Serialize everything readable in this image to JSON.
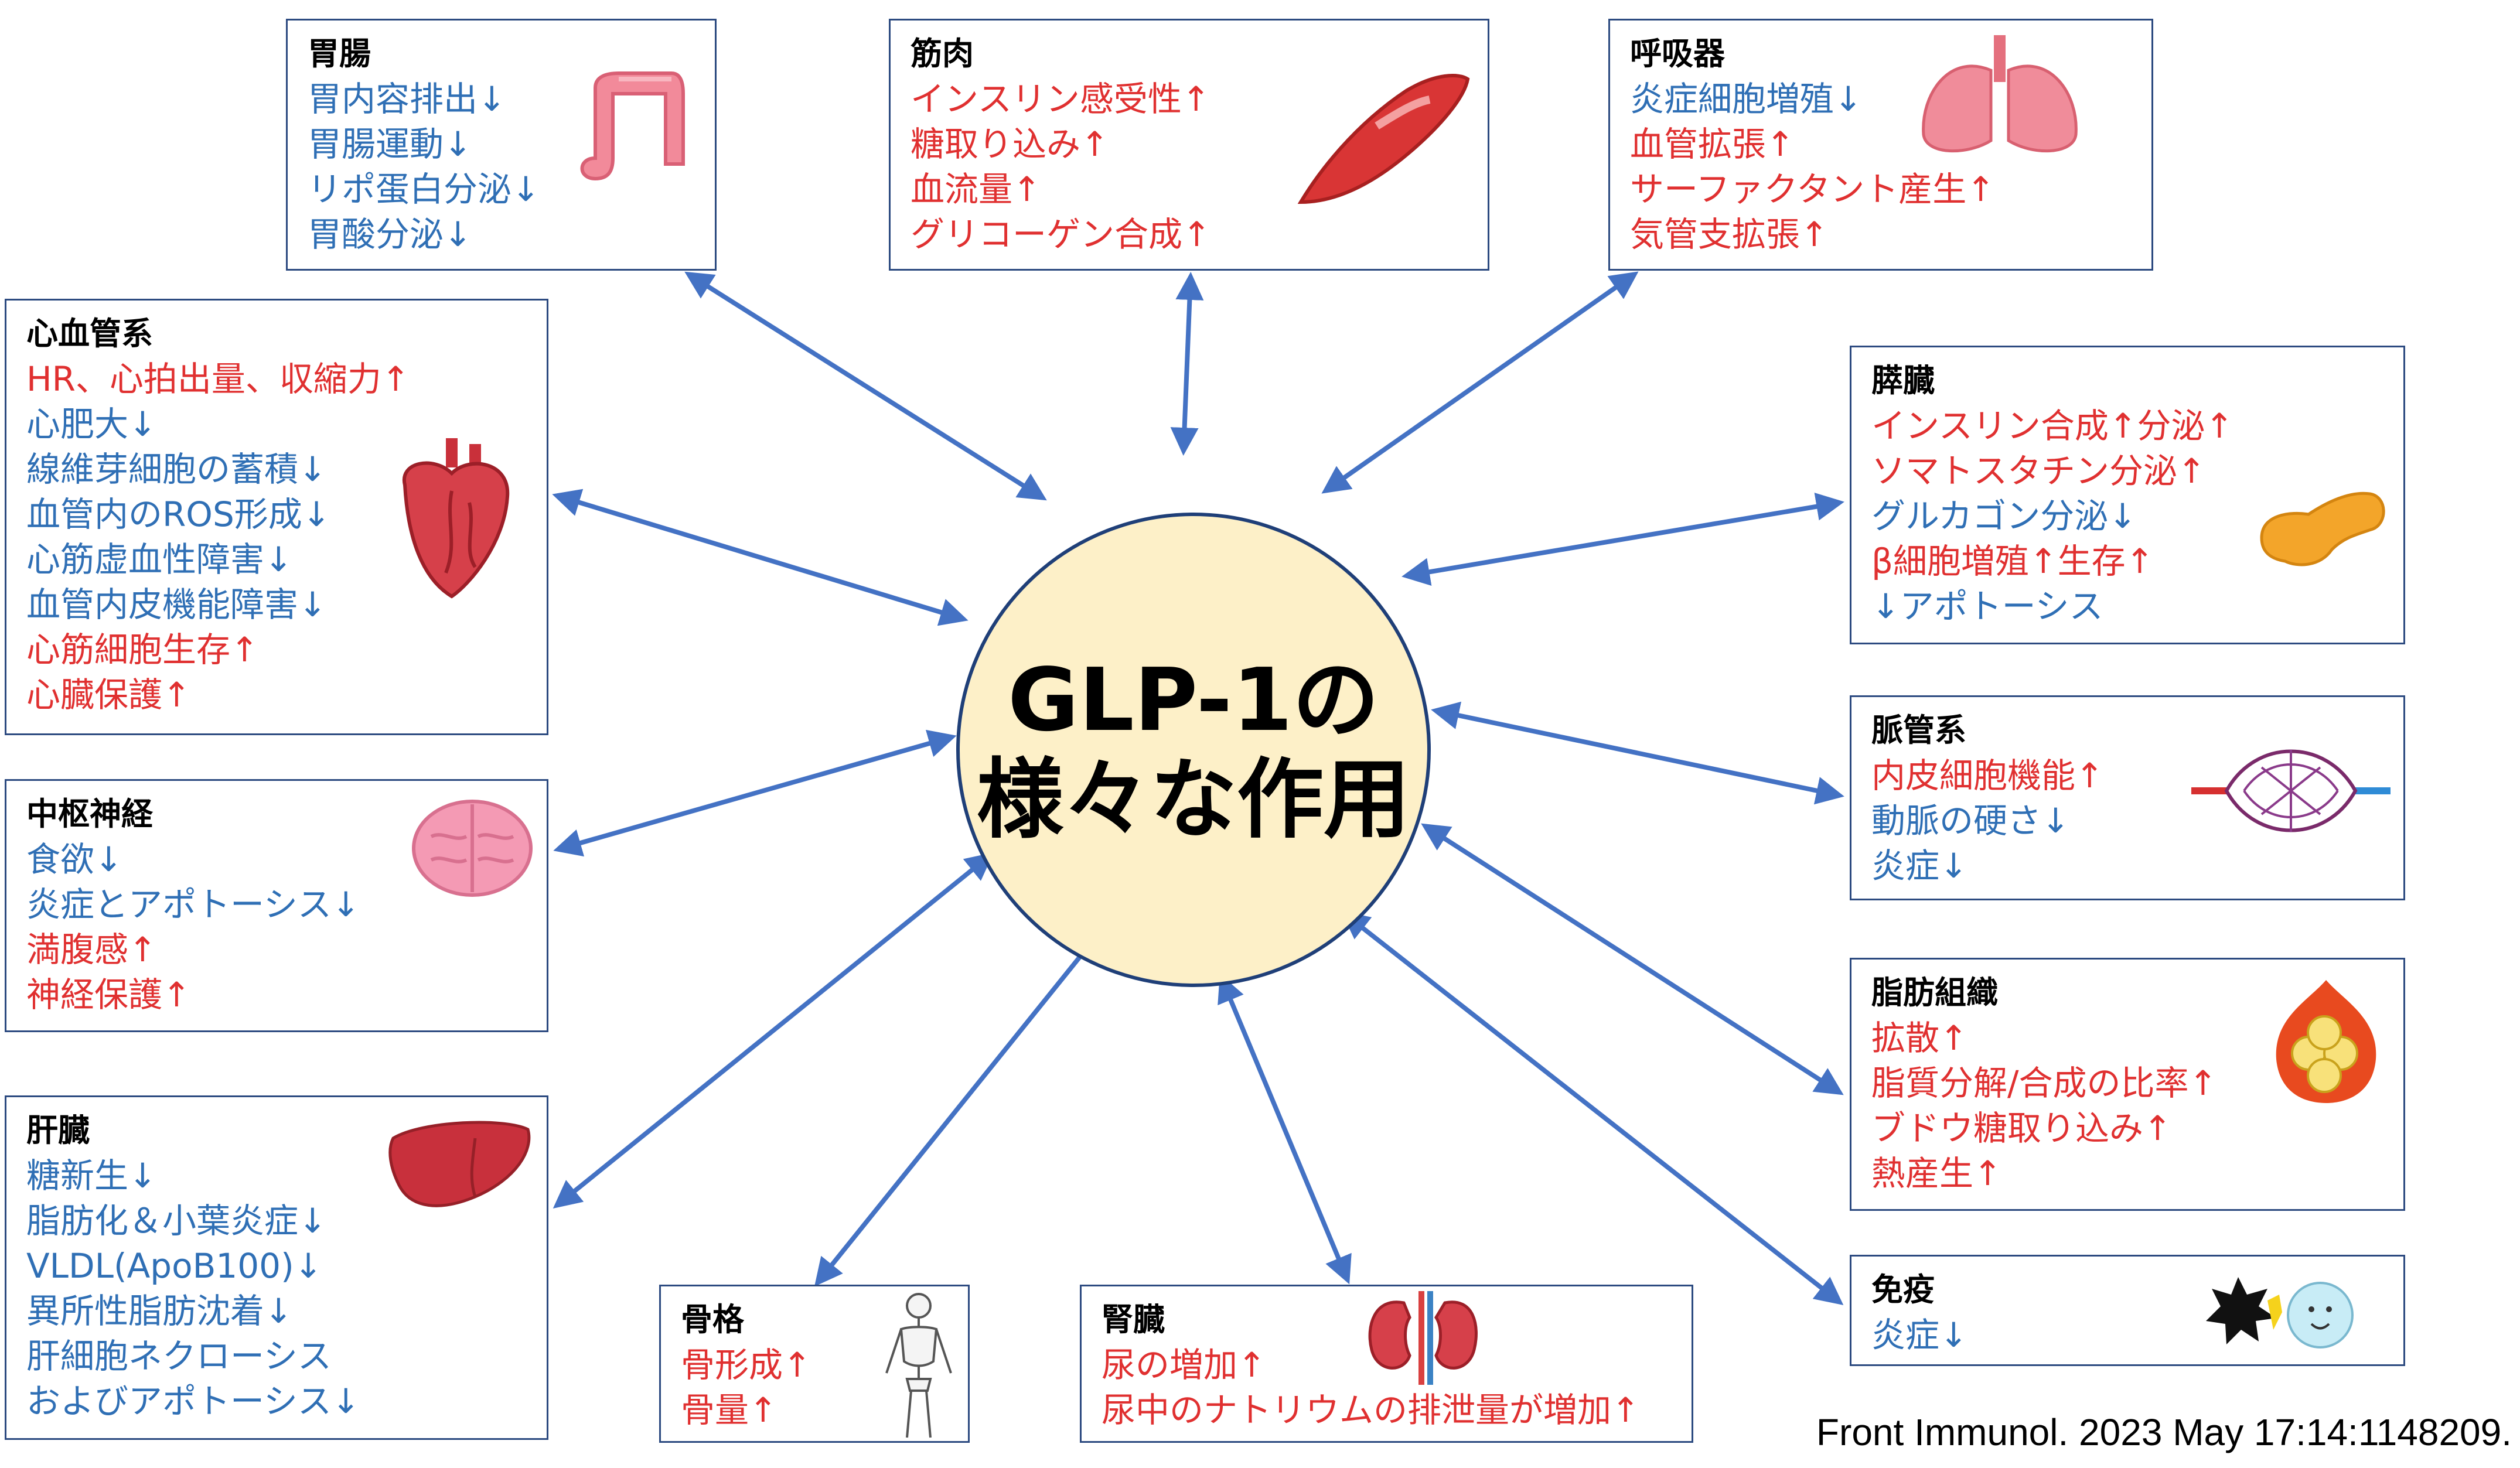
{
  "center": {
    "line1": "GLP-1の",
    "line2": "様々な作用"
  },
  "citation": "Front Immunol. 2023 May 17:14:1148209.",
  "colors": {
    "increase": "#e03030",
    "decrease": "#2f6fb5",
    "arrow": "#4472c4",
    "border": "#2c4a80",
    "center_fill": "#fdf0c8"
  },
  "organs": {
    "gut": {
      "title": "胃腸",
      "icon": "intestine-icon",
      "items": [
        {
          "text": "胃内容排出↓",
          "dir": "down"
        },
        {
          "text": "胃腸運動↓",
          "dir": "down"
        },
        {
          "text": "リポ蛋白分泌↓",
          "dir": "down"
        },
        {
          "text": "胃酸分泌↓",
          "dir": "down"
        }
      ]
    },
    "muscle": {
      "title": "筋肉",
      "icon": "muscle-icon",
      "items": [
        {
          "text": "インスリン感受性↑",
          "dir": "up"
        },
        {
          "text": "糖取り込み↑",
          "dir": "up"
        },
        {
          "text": "血流量↑",
          "dir": "up"
        },
        {
          "text": "グリコーゲン合成↑",
          "dir": "up"
        }
      ]
    },
    "respiratory": {
      "title": "呼吸器",
      "icon": "lungs-icon",
      "items": [
        {
          "text": "炎症細胞増殖↓",
          "dir": "down"
        },
        {
          "text": "血管拡張↑",
          "dir": "up"
        },
        {
          "text": "サーファクタント産生↑",
          "dir": "up"
        },
        {
          "text": "気管支拡張↑",
          "dir": "up"
        }
      ]
    },
    "cardio": {
      "title": "心血管系",
      "icon": "heart-icon",
      "items": [
        {
          "text": "HR、心拍出量、収縮力↑",
          "dir": "up"
        },
        {
          "text": "心肥大↓",
          "dir": "down"
        },
        {
          "text": "線維芽細胞の蓄積↓",
          "dir": "down"
        },
        {
          "text": "血管内のROS形成↓",
          "dir": "down"
        },
        {
          "text": "心筋虚血性障害↓",
          "dir": "down"
        },
        {
          "text": "血管内皮機能障害↓",
          "dir": "down"
        },
        {
          "text": "心筋細胞生存↑",
          "dir": "up"
        },
        {
          "text": "心臓保護↑",
          "dir": "up"
        }
      ]
    },
    "pancreas": {
      "title": "膵臓",
      "icon": "pancreas-icon",
      "items": [
        {
          "text": "インスリン合成↑分泌↑",
          "dir": "up"
        },
        {
          "text": "ソマトスタチン分泌↑",
          "dir": "up"
        },
        {
          "text": "グルカゴン分泌↓",
          "dir": "down"
        },
        {
          "text": "β細胞増殖↑生存↑",
          "dir": "up"
        },
        {
          "text": "↓アポトーシス",
          "dir": "down"
        }
      ]
    },
    "vascular": {
      "title": "脈管系",
      "icon": "blood-vessels-icon",
      "items": [
        {
          "text": "内皮細胞機能↑",
          "dir": "up"
        },
        {
          "text": "動脈の硬さ↓",
          "dir": "down"
        },
        {
          "text": "炎症↓",
          "dir": "down"
        }
      ]
    },
    "cns": {
      "title": "中枢神経",
      "icon": "brain-icon",
      "items": [
        {
          "text": "食欲↓",
          "dir": "down"
        },
        {
          "text": "炎症とアポトーシス↓",
          "dir": "down"
        },
        {
          "text": "満腹感↑",
          "dir": "up"
        },
        {
          "text": "神経保護↑",
          "dir": "up"
        }
      ]
    },
    "adipose": {
      "title": "脂肪組織",
      "icon": "burning-fat-icon",
      "items": [
        {
          "text": "拡散↑",
          "dir": "up"
        },
        {
          "text": "脂質分解/合成の比率↑",
          "dir": "up"
        },
        {
          "text": "ブドウ糖取り込み↑",
          "dir": "up"
        },
        {
          "text": "熱産生↑",
          "dir": "up"
        }
      ]
    },
    "liver": {
      "title": "肝臓",
      "icon": "liver-icon",
      "items": [
        {
          "text": "糖新生↓",
          "dir": "down"
        },
        {
          "text": "脂肪化＆小葉炎症↓",
          "dir": "down"
        },
        {
          "text": "VLDL(ApoB100)↓",
          "dir": "down"
        },
        {
          "text": "異所性脂肪沈着↓",
          "dir": "down"
        },
        {
          "text": "肝細胞ネクローシス",
          "dir": "down"
        },
        {
          "text": "およびアポトーシス↓",
          "dir": "down"
        }
      ]
    },
    "immune": {
      "title": "免疫",
      "icon": "immune-fight-icon",
      "items": [
        {
          "text": "炎症↓",
          "dir": "down"
        }
      ]
    },
    "bone": {
      "title": "骨格",
      "icon": "skeleton-icon",
      "items": [
        {
          "text": "骨形成↑",
          "dir": "up"
        },
        {
          "text": "骨量↑",
          "dir": "up"
        }
      ]
    },
    "kidney": {
      "title": "腎臓",
      "icon": "kidneys-icon",
      "items": [
        {
          "text": "尿の増加↑",
          "dir": "up"
        },
        {
          "text": "尿中のナトリウムの排泄量が増加↑",
          "dir": "up"
        }
      ]
    }
  }
}
